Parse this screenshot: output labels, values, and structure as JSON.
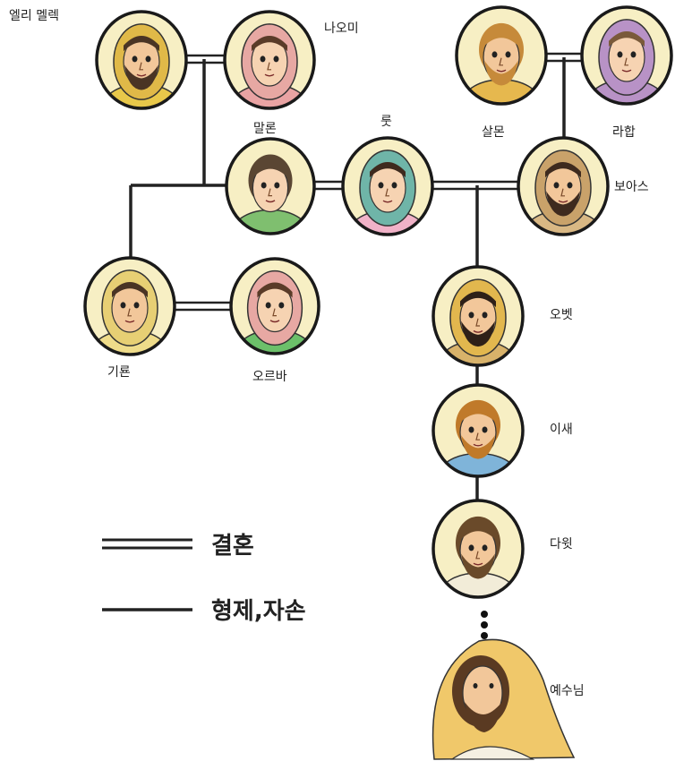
{
  "persons": {
    "elimelech": {
      "name": "엘리 멜렉",
      "bg": "#f7efc4",
      "skin": "#f2c79a",
      "hair": "#4a3424",
      "cloth": "#e8c84a",
      "veil": "#e0b948",
      "beard": true
    },
    "naomi": {
      "name": "나오미",
      "bg": "#f7efc4",
      "skin": "#f6d3b2",
      "hair": "#5a3b28",
      "cloth": "#e9a3a3",
      "veil": "#e7a8a3",
      "beard": false
    },
    "mahlon": {
      "name": "말론",
      "bg": "#f7efc4",
      "skin": "#f6d3b2",
      "hair": "#5a4633",
      "cloth": "#7fbf6f",
      "veil": null,
      "beard": false
    },
    "ruth": {
      "name": "룻",
      "bg": "#f7efc4",
      "skin": "#f6d3b2",
      "hair": "#3e2a1e",
      "cloth": "#f1b2c8",
      "veil": "#6fb5a8",
      "beard": false
    },
    "salmon": {
      "name": "살몬",
      "bg": "#f7efc4",
      "skin": "#f2c79a",
      "hair": "#c68a3a",
      "cloth": "#e6b84e",
      "veil": null,
      "beard": true
    },
    "rahab": {
      "name": "라합",
      "bg": "#f7efc4",
      "skin": "#f6d3b2",
      "hair": "#7a5a3a",
      "cloth": "#b892c6",
      "veil": "#b892c6",
      "beard": false
    },
    "boaz": {
      "name": "보아스",
      "bg": "#f7efc4",
      "skin": "#f2c79a",
      "hair": "#3e2a1e",
      "cloth": "#d9b884",
      "veil": "#c9a26a",
      "beard": true
    },
    "chilion": {
      "name": "기룐",
      "bg": "#f7efc4",
      "skin": "#f2c79a",
      "hair": "#4a3424",
      "cloth": "#efdc8a",
      "veil": "#e7cf74",
      "beard": false
    },
    "orpah": {
      "name": "오르바",
      "bg": "#f7efc4",
      "skin": "#f6d3b2",
      "hair": "#5a3b28",
      "cloth": "#6cc06a",
      "veil": "#e7a8a3",
      "beard": false
    },
    "obed": {
      "name": "오벳",
      "bg": "#f7efc4",
      "skin": "#f2c79a",
      "hair": "#2e2018",
      "cloth": "#d8b26a",
      "veil": "#e2b74e",
      "beard": true
    },
    "jesse": {
      "name": "이새",
      "bg": "#f7efc4",
      "skin": "#f2c79a",
      "hair": "#c07a2a",
      "cloth": "#7fb4d9",
      "veil": null,
      "beard": true
    },
    "david": {
      "name": "다윗",
      "bg": "#f7efc4",
      "skin": "#f2c79a",
      "hair": "#6a4a2a",
      "cloth": "#f2ecd8",
      "veil": null,
      "beard": true
    },
    "jesus": {
      "name": "예수님",
      "bg": "#ffffff",
      "skin": "#f2c79a",
      "hair": "#5a3a22",
      "cloth": "#f5f0e2",
      "veil": "#f0c86a",
      "beard": true
    }
  },
  "legend": {
    "marriage": "결혼",
    "sibling_descendant": "형제,자손"
  },
  "ellipsis_icon": "vertical-dots-icon"
}
